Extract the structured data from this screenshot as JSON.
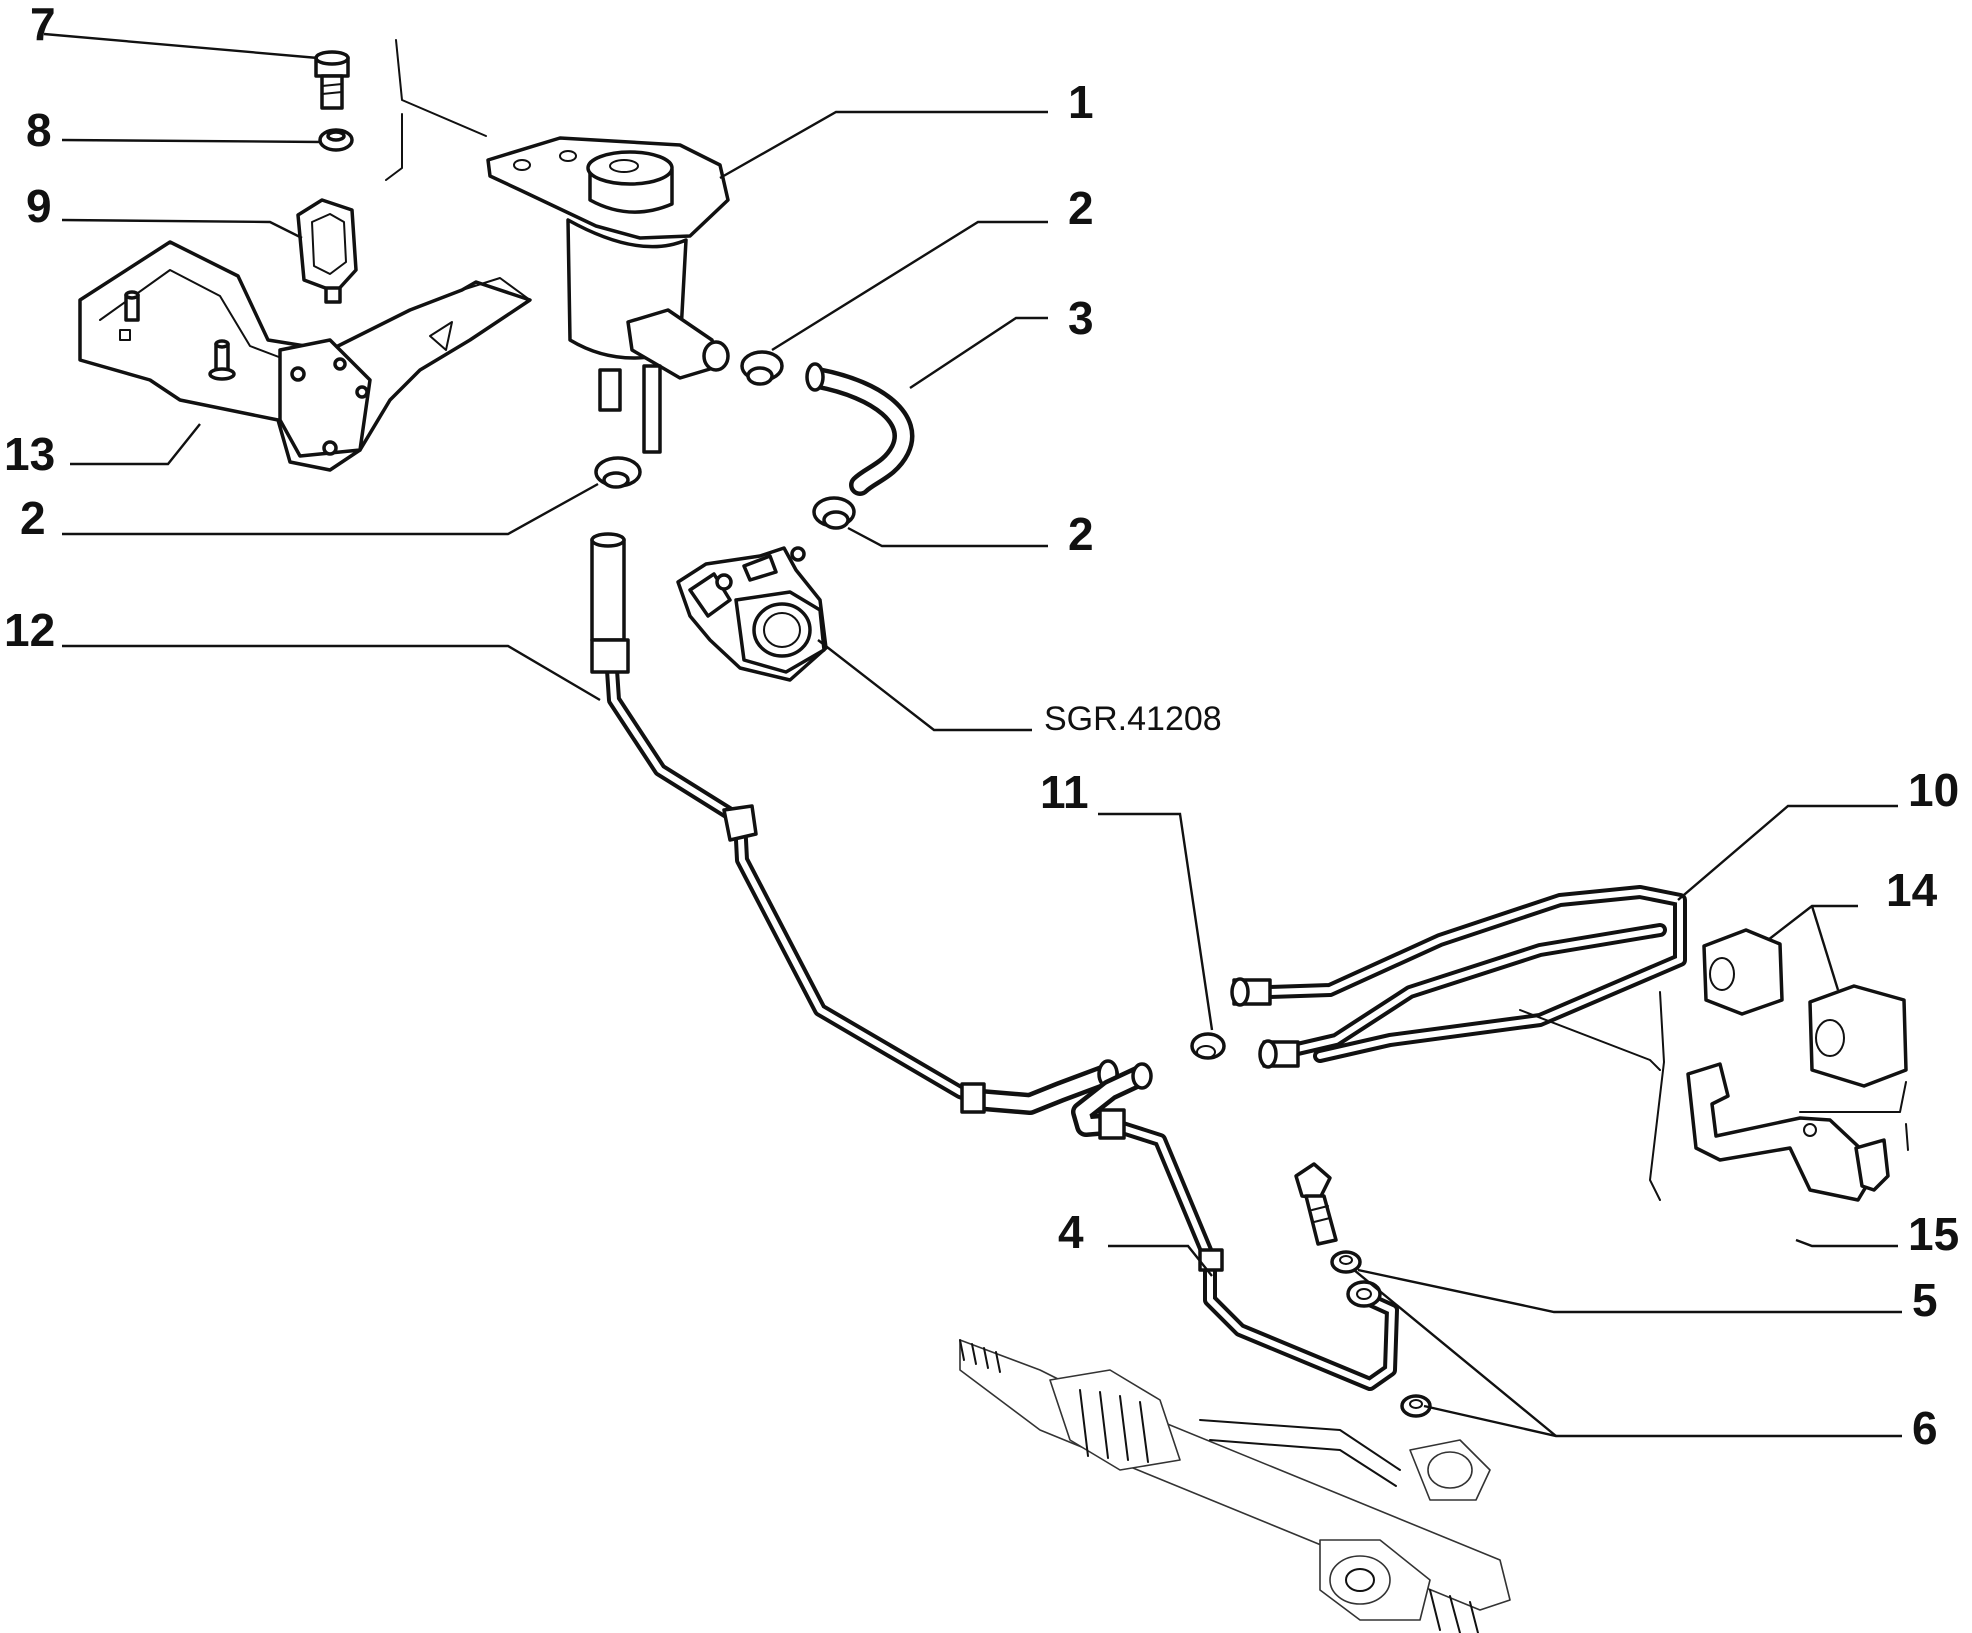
{
  "drawing_ref": "SGR.41208",
  "callouts": [
    {
      "id": "c7a",
      "text": "7"
    },
    {
      "id": "c8a",
      "text": "8"
    },
    {
      "id": "c9a",
      "text": "9"
    },
    {
      "id": "c13a",
      "text": "13"
    },
    {
      "id": "c2a",
      "text": "2"
    },
    {
      "id": "c12a",
      "text": "12"
    },
    {
      "id": "c1a",
      "text": "1"
    },
    {
      "id": "c2b",
      "text": "2"
    },
    {
      "id": "c3a",
      "text": "3"
    },
    {
      "id": "c2c",
      "text": "2"
    },
    {
      "id": "c11a",
      "text": "11"
    },
    {
      "id": "c10a",
      "text": "10"
    },
    {
      "id": "c14a",
      "text": "14"
    },
    {
      "id": "c4a",
      "text": "4"
    },
    {
      "id": "c15a",
      "text": "15"
    },
    {
      "id": "c5a",
      "text": "5"
    },
    {
      "id": "c6a",
      "text": "6"
    }
  ]
}
